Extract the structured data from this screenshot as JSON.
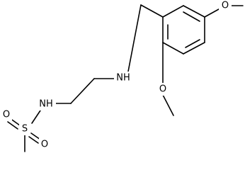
{
  "molecule": {
    "labels": {
      "methoxy_top_oxygen": "O",
      "amine_nh": "NH",
      "methoxy_bottom_oxygen": "O",
      "sulfonamide_nh": "NH",
      "sulfur": "S",
      "sulfonyl_oxygen_left": "O",
      "sulfonyl_oxygen_bottom": "O"
    }
  }
}
